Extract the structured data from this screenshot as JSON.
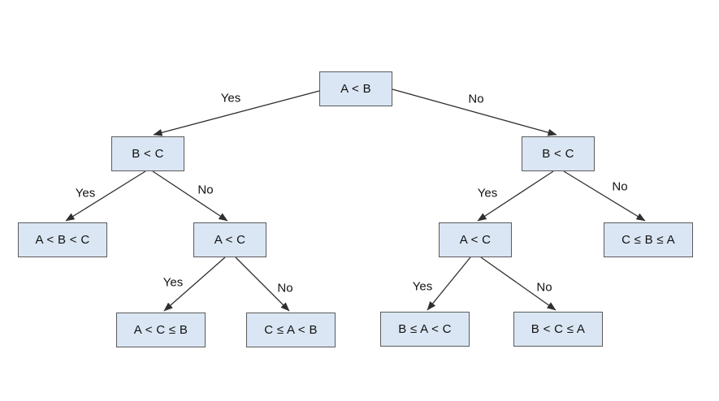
{
  "diagram": {
    "type": "decision-tree",
    "background_color": "#ffffff",
    "node_fill_color": "#dae6f3",
    "node_border_color": "#5b5b5b",
    "line_color": "#2f2f2f",
    "text_color": "#111111",
    "nodes": {
      "root": {
        "label": "A < B"
      },
      "left_bc": {
        "label": "B < C"
      },
      "right_bc": {
        "label": "B < C"
      },
      "a_b_c": {
        "label": "A < B < C"
      },
      "left_ac": {
        "label": "A < C"
      },
      "right_ac": {
        "label": "A < C"
      },
      "c_b_a": {
        "label": "C ≤ B ≤ A"
      },
      "a_c_b": {
        "label": "A < C ≤ B"
      },
      "c_a_b": {
        "label": "C ≤ A < B"
      },
      "b_a_c": {
        "label": "B ≤ A < C"
      },
      "b_c_a": {
        "label": "B < C ≤ A"
      }
    },
    "edges": [
      {
        "from": "root",
        "to": "left_bc",
        "label": "Yes"
      },
      {
        "from": "root",
        "to": "right_bc",
        "label": "No"
      },
      {
        "from": "left_bc",
        "to": "a_b_c",
        "label": "Yes"
      },
      {
        "from": "left_bc",
        "to": "left_ac",
        "label": "No"
      },
      {
        "from": "left_ac",
        "to": "a_c_b",
        "label": "Yes"
      },
      {
        "from": "left_ac",
        "to": "c_a_b",
        "label": "No"
      },
      {
        "from": "right_bc",
        "to": "right_ac",
        "label": "Yes"
      },
      {
        "from": "right_bc",
        "to": "c_b_a",
        "label": "No"
      },
      {
        "from": "right_ac",
        "to": "b_a_c",
        "label": "Yes"
      },
      {
        "from": "right_ac",
        "to": "b_c_a",
        "label": "No"
      }
    ]
  }
}
